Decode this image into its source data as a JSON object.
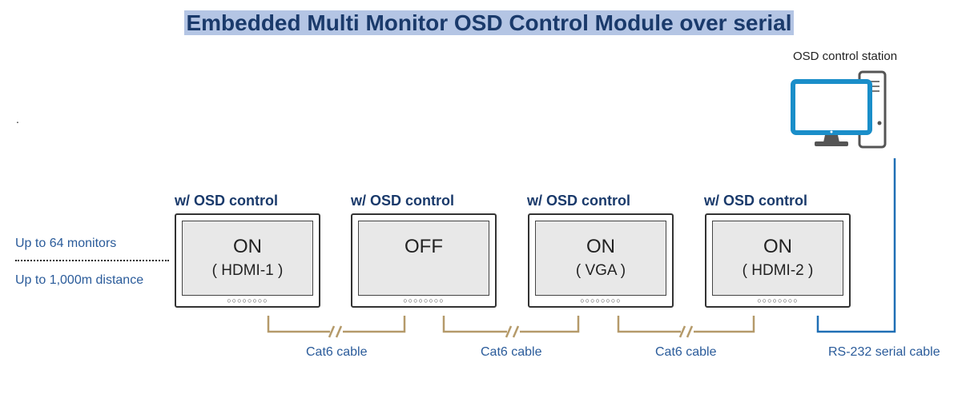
{
  "title": "Embedded Multi Monitor OSD Control Module over serial",
  "station": {
    "label": "OSD control station",
    "icon": "computer-workstation-icon"
  },
  "stray_mark": ".",
  "side_notes": {
    "monitors": "Up to 64 monitors",
    "distance": "Up to 1,000m distance"
  },
  "monitors": [
    {
      "header": "w/ OSD control",
      "state": "ON",
      "source": "( HDMI-1 )"
    },
    {
      "header": "w/ OSD control",
      "state": "OFF",
      "source": ""
    },
    {
      "header": "w/ OSD control",
      "state": "ON",
      "source": "( VGA )"
    },
    {
      "header": "w/ OSD control",
      "state": "ON",
      "source": "( HDMI-2 )"
    }
  ],
  "monitor_buttons": "○○○○○○○○",
  "cables": [
    {
      "label": "Cat6 cable",
      "type": "cat6"
    },
    {
      "label": "Cat6 cable",
      "type": "cat6"
    },
    {
      "label": "Cat6 cable",
      "type": "cat6"
    },
    {
      "label": "RS-232 serial cable",
      "type": "rs232"
    }
  ],
  "colors": {
    "title_text": "#1a3a6b",
    "title_highlight": "#b4c5e4",
    "accent_blue": "#2a5b9a",
    "serial_line": "#1f6fb5",
    "cat6_line": "#b59a6a",
    "monitor_screen_icon": "#1a8ec9"
  }
}
